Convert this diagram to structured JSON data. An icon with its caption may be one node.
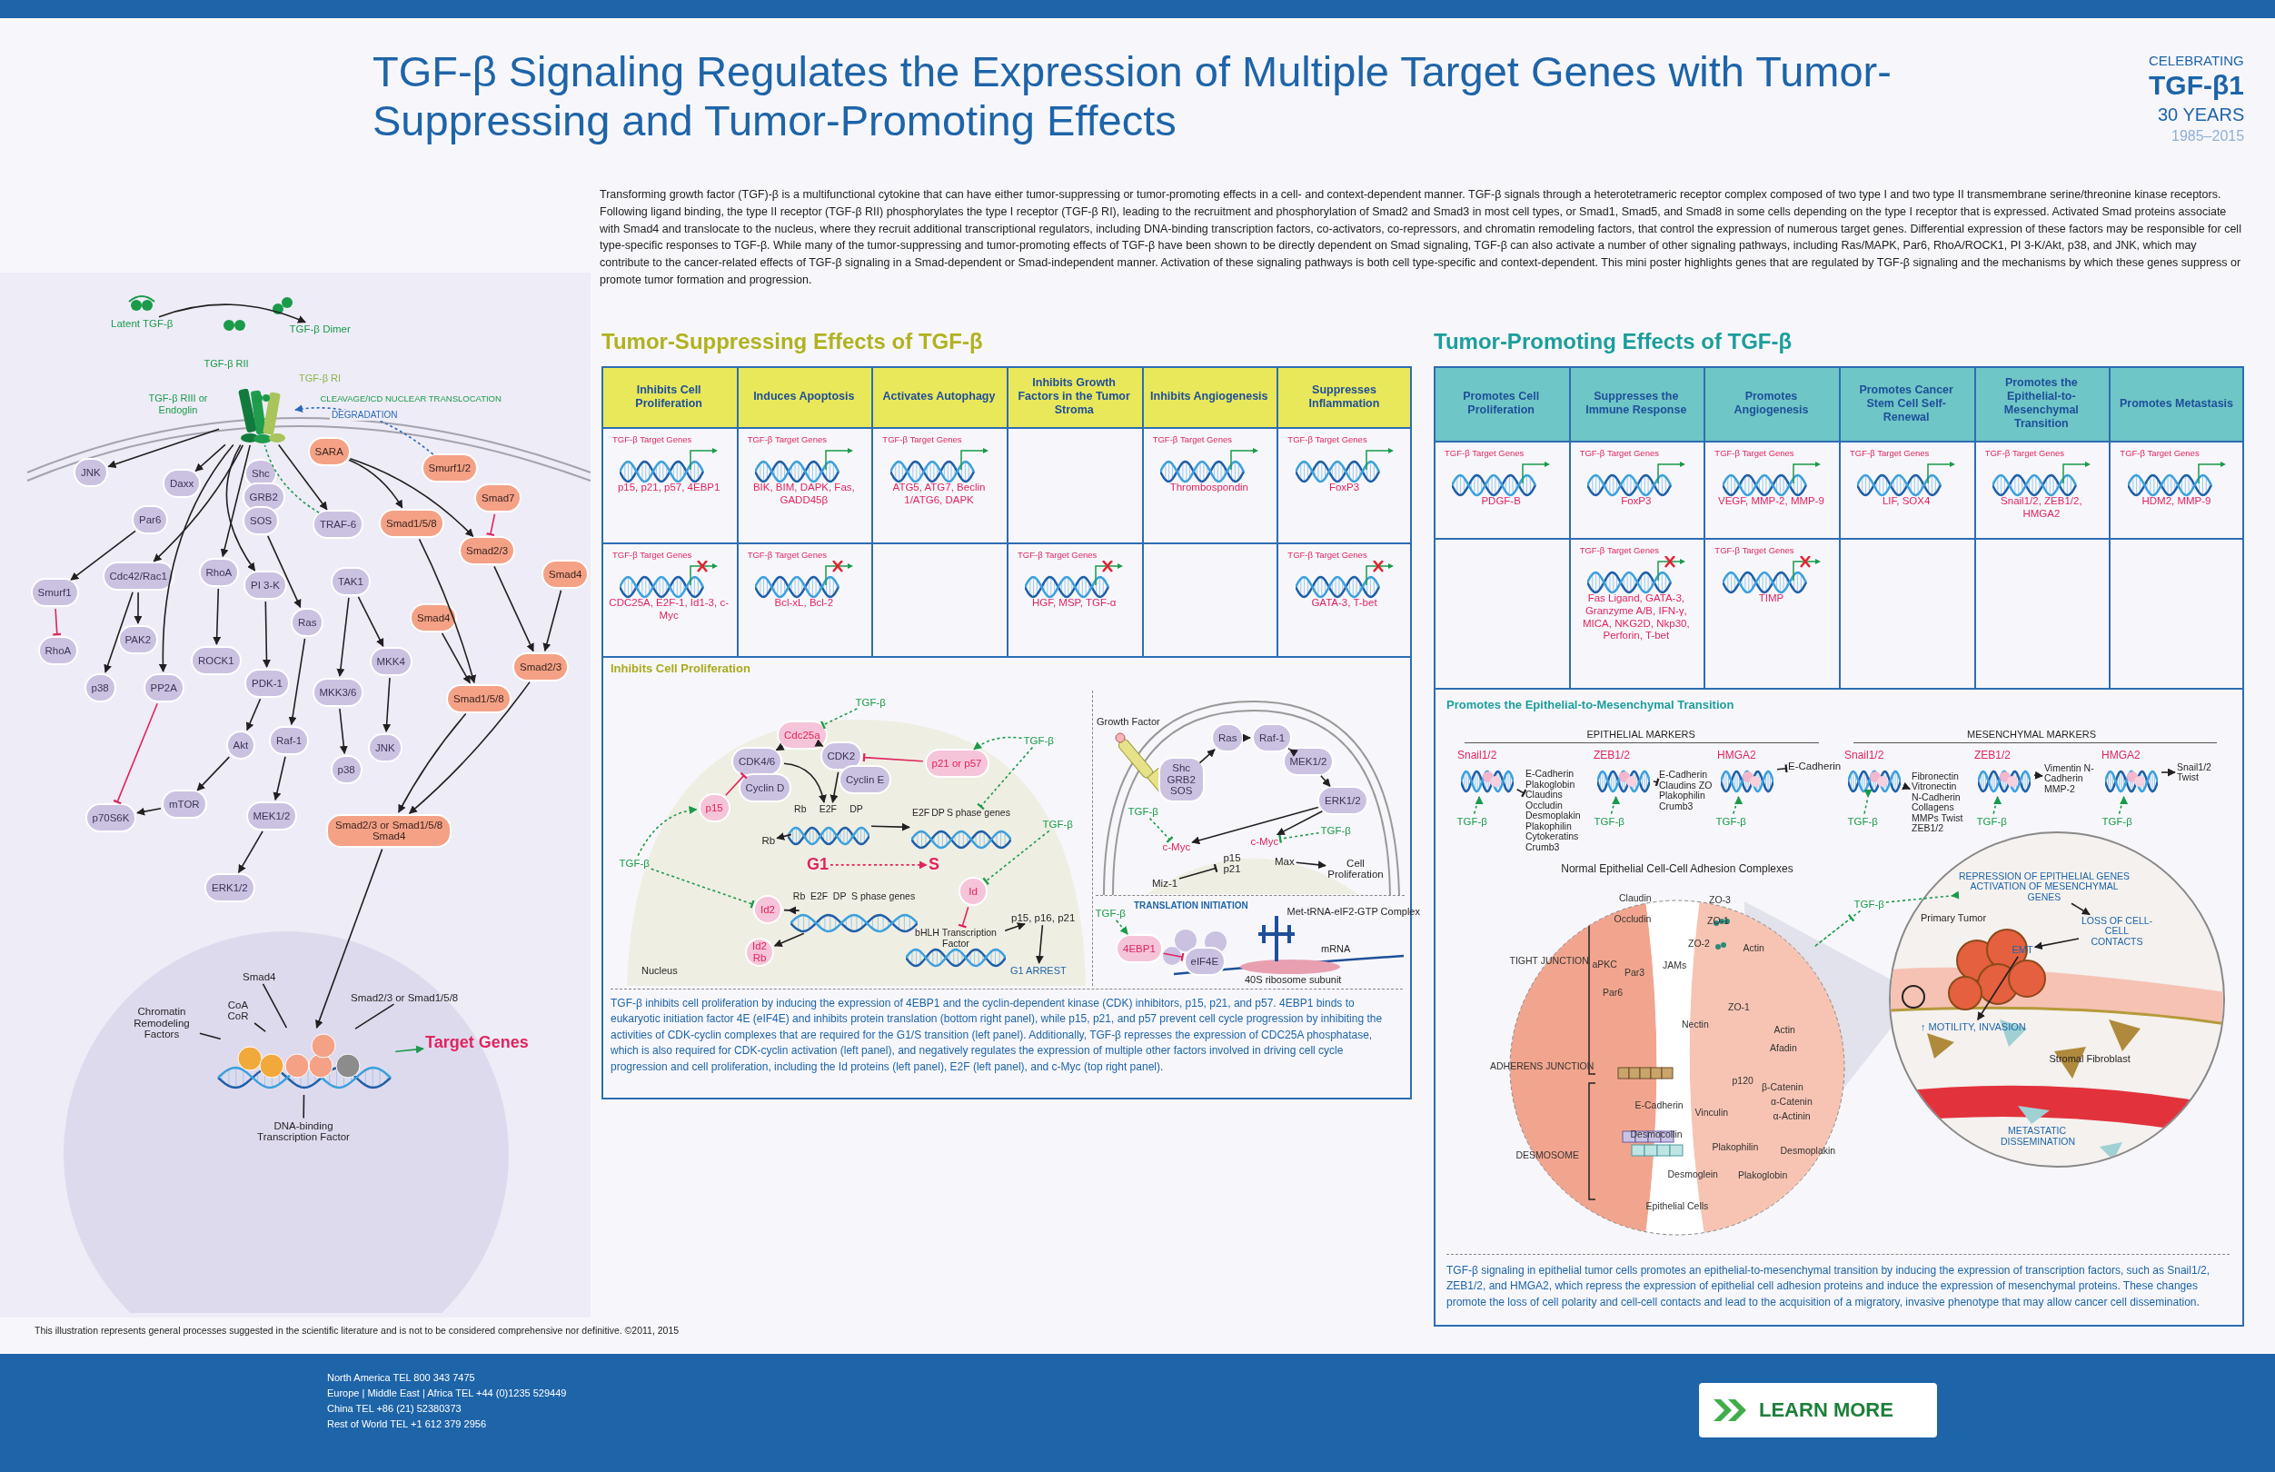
{
  "diagram": {
    "title": "TGF-β Signaling Regulates the Expression of Multiple Target Genes with Tumor-Suppressing and Tumor-Promoting Effects",
    "nodes": [
      {
        "text": [
          "Latent TGF-β"
        ]
      },
      {
        "text": [
          "TGF-β Dimer"
        ]
      },
      {
        "text": [],
        "shape": "picture"
      },
      {
        "text": [
          "Daxx"
        ]
      },
      {
        "text": [
          "Par6"
        ]
      },
      {
        "text": [
          "JNK"
        ]
      },
      {
        "text": [
          "Shc"
        ]
      },
      {
        "text": [
          "GRB2"
        ]
      },
      {
        "text": [
          "SOS"
        ]
      },
      {
        "text": [
          "TRAF-6"
        ]
      },
      {
        "text": [
          "SARA"
        ]
      },
      {
        "text": [
          "Smurf1/2"
        ]
      },
      {
        "text": [
          "Smad7"
        ]
      },
      {
        "text": [
          "Smad1/5/8"
        ]
      },
      {
        "text": [
          "Smad2/3"
        ]
      },
      {
        "text": [
          "Smurf1"
        ]
      },
      {
        "text": [
          "Cdc42/Rac1"
        ]
      },
      {
        "text": [
          "RhoA"
        ]
      },
      {
        "text": [
          "PI 3-K"
        ]
      },
      {
        "text": [
          "Ras"
        ]
      },
      {
        "text": [
          "TAK1"
        ]
      },
      {
        "text": [
          "Smad4"
        ]
      },
      {
        "text": [
          "RhoA"
        ]
      },
      {
        "text": [
          "PAK2"
        ]
      },
      {
        "text": [
          "p38"
        ]
      },
      {
        "text": [
          "PP2A"
        ]
      },
      {
        "text": [
          "ROCK1"
        ]
      },
      {
        "text": [
          "PDK-1"
        ]
      },
      {
        "text": [
          "MKK3/6"
        ]
      },
      {
        "text": [
          "MKK4"
        ]
      },
      {
        "text": [
          "Smad4"
        ]
      },
      {
        "text": [
          "Smad1/5/8"
        ]
      },
      {
        "text": [
          "Smad2/3"
        ]
      },
      {
        "text": [
          "Akt"
        ]
      },
      {
        "text": [
          "Raf-1"
        ]
      },
      {
        "text": [
          "p38"
        ]
      },
      {
        "text": [
          "JNK"
        ]
      },
      {
        "text": [
          "mTOR"
        ]
      },
      {
        "text": [
          "p70S6K"
        ]
      },
      {
        "text": [
          "MEK1/2"
        ]
      },
      {
        "text": [
          "ERK1/2"
        ]
      },
      {
        "text": [
          "Smad2/3 or Smad1/5/8",
          "Smad4"
        ]
      },
      {
        "text": [],
        "shape": "picture"
      },
      {
        "text": [
          "Smad4"
        ]
      },
      {
        "text": [
          "Smad2/3 or Smad1/5/8"
        ]
      },
      {
        "text": [
          "Chromatin Remodeling Factors"
        ]
      },
      {
        "text": [
          "CoA CoR"
        ]
      },
      {
        "text": [
          "Target Genes"
        ]
      },
      {
        "text": [
          "DNA-binding Transcription Factor"
        ]
      },
      {
        "text": [
          "TGF-β"
        ]
      },
      {
        "text": [
          "Cdc25a"
        ]
      },
      {
        "text": [
          "CDK4/6"
        ]
      },
      {
        "text": [
          "Cyclin D"
        ]
      },
      {
        "text": [
          "CDK2"
        ]
      },
      {
        "text": [
          "Cyclin E"
        ]
      },
      {
        "text": [
          "p21 or p57"
        ]
      },
      {
        "text": [
          "TGF-β"
        ]
      },
      {
        "text": [
          "p15"
        ]
      },
      {
        "text": [
          "Rb",
          "E2F",
          "DP"
        ]
      },
      {
        "text": [
          "Rb"
        ]
      },
      {
        "text": [
          "E2F",
          "DP",
          "S phase genes"
        ]
      },
      {
        "text": [
          "G1"
        ]
      },
      {
        "text": [
          "S"
        ]
      },
      {
        "text": [
          "TGF-β"
        ]
      },
      {
        "text": [
          "Id2"
        ]
      },
      {
        "text": [
          "Rb",
          "E2F",
          "DP",
          "S phase genes"
        ]
      },
      {
        "text": [
          "Id2",
          "Rb"
        ]
      },
      {
        "text": [
          "TGF-β"
        ]
      },
      {
        "text": [
          "Id"
        ]
      },
      {
        "text": [
          "bHLH Transcription Factor"
        ]
      },
      {
        "text": [
          "p15, p16, p21"
        ]
      },
      {
        "text": [
          "G1 ARREST"
        ]
      },
      {
        "text": [
          "Shc",
          "GRB2",
          "SOS"
        ]
      },
      {
        "text": [
          "Ras"
        ]
      },
      {
        "text": [
          "Raf-1"
        ]
      },
      {
        "text": [
          "MEK1/2"
        ]
      },
      {
        "text": [
          "ERK1/2"
        ]
      },
      {
        "text": [
          "TGF-β"
        ]
      },
      {
        "text": [
          "c-Myc"
        ]
      },
      {
        "text": [
          "TGF-β"
        ]
      },
      {
        "text": [
          "c-Myc"
        ]
      },
      {
        "text": [
          "Miz-1"
        ]
      },
      {
        "text": [
          "p15 p21"
        ]
      },
      {
        "text": [
          "Max"
        ]
      },
      {
        "text": [
          "Cell Proliferation"
        ]
      },
      {
        "text": [
          "TGF-β"
        ]
      },
      {
        "text": [
          "4EBP1"
        ]
      },
      {
        "text": [
          "eIF4E"
        ]
      },
      {
        "text": [
          "Snail1/2"
        ]
      },
      {
        "text": [
          "E-Cadherin Plakoglobin Claudins Occludin Desmoplakin Plakophilin Cytokeratins Crumb3"
        ]
      },
      {
        "text": [
          "TGF-β"
        ]
      },
      {
        "text": [
          "ZEB1/2"
        ]
      },
      {
        "text": [
          "E-Cadherin Claudins ZO Plakophilin Crumb3"
        ]
      },
      {
        "text": [
          "TGF-β"
        ]
      },
      {
        "text": [
          "HMGA2"
        ]
      },
      {
        "text": [
          "E-Cadherin"
        ]
      },
      {
        "text": [
          "TGF-β"
        ]
      },
      {
        "text": [
          "Snail1/2"
        ]
      },
      {
        "text": [
          "Fibronectin Vitronectin N-Cadherin Collagens MMPs Twist ZEB1/2"
        ]
      },
      {
        "text": [
          "TGF-β"
        ]
      },
      {
        "text": [
          "ZEB1/2"
        ]
      },
      {
        "text": [
          "Vimentin N-Cadherin MMP-2"
        ]
      },
      {
        "text": [
          "TGF-β"
        ]
      },
      {
        "text": [
          "HMGA2"
        ]
      },
      {
        "text": [
          "Snail1/2 Twist"
        ]
      },
      {
        "text": [
          "TGF-β"
        ]
      },
      {
        "text": [
          "Normal Epithelial Cell-Cell Adhesion Complexes"
        ]
      },
      {
        "text": [
          "TGF-β"
        ]
      },
      {
        "text": [
          "REPRESSION OF EPITHELIAL GENES ACTIVATION OF MESENCHYMAL GENES"
        ],
        "in": 109
      },
      {
        "text": [],
        "shape": "circle"
      },
      {
        "text": [
          "LOSS OF CELL-CELL CONTACTS"
        ],
        "in": 109
      },
      {
        "text": [
          "EMT"
        ],
        "in": 109
      },
      {
        "text": [
          "↑ MOTILITY, INVASION"
        ],
        "in": 109
      }
    ],
    "edges": [
      {
        "from": 0,
        "to": 1,
        "arrow": "to"
      },
      {
        "from": 2,
        "to": 3,
        "arrow": "to"
      },
      {
        "from": 2,
        "to": 5,
        "arrow": "to"
      },
      {
        "from": 4,
        "to": 15,
        "arrow": "to"
      },
      {
        "from": 2,
        "to": 16,
        "arrow": "to"
      },
      {
        "from": 2,
        "to": 25,
        "arrow": "to"
      },
      {
        "from": 2,
        "to": 17,
        "arrow": "to"
      },
      {
        "from": 2,
        "to": 18,
        "arrow": "to"
      },
      {
        "from": 8,
        "to": 19,
        "arrow": "to"
      },
      {
        "from": 2,
        "to": 9,
        "arrow": "to"
      },
      {
        "from": 9,
        "to": 2,
        "arrow": "none",
        "style": "dashed",
        "color": "#1a9a4a"
      },
      {
        "from": 10,
        "to": 13,
        "arrow": "to"
      },
      {
        "from": 10,
        "to": 14,
        "arrow": "to"
      },
      {
        "from": 11,
        "to": 2,
        "arrow": "to",
        "label": "DEGRADATION",
        "style": "dashed",
        "color": "#2a6ab8"
      },
      {
        "from": 12,
        "to": 14,
        "arrow": "other",
        "color": "#e0245e"
      },
      {
        "from": 15,
        "to": 22,
        "arrow": "other",
        "color": "#e0245e"
      },
      {
        "from": 16,
        "to": 23,
        "arrow": "to"
      },
      {
        "from": 16,
        "to": 24,
        "arrow": "to"
      },
      {
        "from": 17,
        "to": 26,
        "arrow": "to"
      },
      {
        "from": 18,
        "to": 27,
        "arrow": "to"
      },
      {
        "from": 27,
        "to": 33,
        "arrow": "to"
      },
      {
        "from": 33,
        "to": 37,
        "arrow": "to"
      },
      {
        "from": 37,
        "to": 38,
        "arrow": "to"
      },
      {
        "from": 25,
        "to": 38,
        "arrow": "other",
        "color": "#e0245e"
      },
      {
        "from": 19,
        "to": 34,
        "arrow": "to"
      },
      {
        "from": 34,
        "to": 39,
        "arrow": "to"
      },
      {
        "from": 39,
        "to": 40,
        "arrow": "to"
      },
      {
        "from": 20,
        "to": 28,
        "arrow": "to"
      },
      {
        "from": 20,
        "to": 29,
        "arrow": "to"
      },
      {
        "from": 28,
        "to": 35,
        "arrow": "to"
      },
      {
        "from": 29,
        "to": 36,
        "arrow": "to"
      },
      {
        "from": 13,
        "to": 31,
        "arrow": "to"
      },
      {
        "from": 30,
        "to": 31,
        "arrow": "to"
      },
      {
        "from": 14,
        "to": 32,
        "arrow": "to"
      },
      {
        "from": 21,
        "to": 32,
        "arrow": "to"
      },
      {
        "from": 31,
        "to": 41,
        "arrow": "to"
      },
      {
        "from": 32,
        "to": 41,
        "arrow": "to"
      },
      {
        "from": 41,
        "to": 42,
        "arrow": "to"
      },
      {
        "from": 43,
        "to": 42,
        "arrow": "none"
      },
      {
        "from": 44,
        "to": 42,
        "arrow": "none"
      },
      {
        "from": 45,
        "to": 42,
        "arrow": "none"
      },
      {
        "from": 46,
        "to": 42,
        "arrow": "none"
      },
      {
        "from": 48,
        "to": 42,
        "arrow": "none"
      },
      {
        "from": 42,
        "to": 47,
        "arrow": "to",
        "color": "#1a9a4a"
      },
      {
        "from": 49,
        "to": 50,
        "arrow": "other",
        "style": "dashed",
        "color": "#1a9a4a"
      },
      {
        "from": 50,
        "to": 51,
        "arrow": "to"
      },
      {
        "from": 50,
        "to": 53,
        "arrow": "to"
      },
      {
        "from": 51,
        "to": 58,
        "arrow": "to"
      },
      {
        "from": 53,
        "to": 58,
        "arrow": "to"
      },
      {
        "from": 58,
        "to": 59,
        "arrow": "to"
      },
      {
        "from": 55,
        "to": 53,
        "arrow": "other",
        "color": "#e0245e"
      },
      {
        "from": 56,
        "to": 55,
        "arrow": "to",
        "style": "dashed",
        "color": "#1a9a4a"
      },
      {
        "from": 56,
        "to": 60,
        "arrow": "other",
        "style": "dashed",
        "color": "#1a9a4a"
      },
      {
        "from": 57,
        "to": 51,
        "arrow": "other",
        "color": "#e0245e"
      },
      {
        "from": 63,
        "to": 57,
        "arrow": "to",
        "style": "dashed",
        "color": "#1a9a4a"
      },
      {
        "from": 63,
        "to": 64,
        "arrow": "other",
        "style": "dashed",
        "color": "#1a9a4a"
      },
      {
        "from": 64,
        "to": 65,
        "arrow": "to"
      },
      {
        "from": 65,
        "to": 66,
        "arrow": "to"
      },
      {
        "from": 58,
        "to": 60,
        "arrow": "to"
      },
      {
        "from": 61,
        "to": 62,
        "arrow": "to",
        "style": "dashed",
        "color": "#e0245e"
      },
      {
        "from": 67,
        "to": 68,
        "arrow": "other",
        "style": "dashed",
        "color": "#1a9a4a"
      },
      {
        "from": 68,
        "to": 69,
        "arrow": "other",
        "color": "#e0245e"
      },
      {
        "from": 69,
        "to": 70,
        "arrow": "to"
      },
      {
        "from": 70,
        "to": 71,
        "arrow": "to"
      },
      {
        "from": 72,
        "to": 73,
        "arrow": "to"
      },
      {
        "from": 73,
        "to": 74,
        "arrow": "to"
      },
      {
        "from": 74,
        "to": 75,
        "arrow": "to"
      },
      {
        "from": 75,
        "to": 76,
        "arrow": "to"
      },
      {
        "from": 76,
        "to": 78,
        "arrow": "to"
      },
      {
        "from": 76,
        "to": 80,
        "arrow": "to"
      },
      {
        "from": 77,
        "to": 78,
        "arrow": "other",
        "style": "dashed",
        "color": "#1a9a4a"
      },
      {
        "from": 79,
        "to": 80,
        "arrow": "other",
        "style": "dashed",
        "color": "#1a9a4a"
      },
      {
        "from": 81,
        "to": 82,
        "arrow": "other"
      },
      {
        "from": 83,
        "to": 84,
        "arrow": "to"
      },
      {
        "from": 85,
        "to": 86,
        "arrow": "to",
        "style": "dashed",
        "color": "#1a9a4a"
      },
      {
        "from": 86,
        "to": 87,
        "arrow": "other",
        "color": "#e0245e"
      },
      {
        "from": 90,
        "to": 88,
        "arrow": "to",
        "style": "dashed",
        "color": "#1a9a4a"
      },
      {
        "from": 88,
        "to": 89,
        "arrow": "other"
      },
      {
        "from": 93,
        "to": 91,
        "arrow": "to",
        "style": "dashed",
        "color": "#1a9a4a"
      },
      {
        "from": 91,
        "to": 92,
        "arrow": "other"
      },
      {
        "from": 96,
        "to": 94,
        "arrow": "to",
        "style": "dashed",
        "color": "#1a9a4a"
      },
      {
        "from": 94,
        "to": 95,
        "arrow": "other"
      },
      {
        "from": 99,
        "to": 97,
        "arrow": "to",
        "style": "dashed",
        "color": "#1a9a4a"
      },
      {
        "from": 97,
        "to": 98,
        "arrow": "to"
      },
      {
        "from": 102,
        "to": 100,
        "arrow": "to",
        "style": "dashed",
        "color": "#1a9a4a"
      },
      {
        "from": 100,
        "to": 101,
        "arrow": "to"
      },
      {
        "from": 105,
        "to": 103,
        "arrow": "to",
        "style": "dashed",
        "color": "#1a9a4a"
      },
      {
        "from": 103,
        "to": 104,
        "arrow": "to"
      },
      {
        "from": 107,
        "to": 106,
        "arrow": "other",
        "style": "dashed",
        "color": "#1a9a4a"
      },
      {
        "from": 107,
        "to": 108,
        "arrow": "to",
        "style": "dashed",
        "color": "#1a9a4a"
      },
      {
        "from": 108,
        "to": 110,
        "arrow": "to"
      },
      {
        "from": 110,
        "to": 111,
        "arrow": "to"
      },
      {
        "from": 111,
        "to": 112,
        "arrow": "to"
      }
    ],
    "labels": [
      "CELEBRATING",
      "TGF-β1",
      "30 YEARS",
      "1985–2015",
      "Transforming growth factor (TGF)-β is a multifunctional cytokine that can have either tumor-suppressing or tumor-promoting effects in a cell- and context-dependent manner. TGF-β signals through a heterotetrameric receptor complex composed of two type I and two type II transmembrane serine/threonine kinase receptors. Following ligand binding, the type II receptor (TGF-β RII) phosphorylates the type I receptor (TGF-β RI), leading to the recruitment and phosphorylation of Smad2 and Smad3 in most cell types, or Smad1, Smad5, and Smad8 in some cells depending on the type I receptor that is expressed. Activated Smad proteins associate with Smad4 and translocate to the nucleus, where they recruit additional transcriptional regulators, including DNA-binding transcription factors, co-activators, co-repressors, and chromatin remodeling factors, that control the expression of numerous target genes. Differential expression of these factors may be responsible for cell type-specific responses to TGF-β. While many of the tumor-suppressing and tumor-promoting effects of TGF-β have been shown to be directly dependent on Smad signaling, TGF-β can also activate a number of other signaling pathways, including Ras/MAPK, Par6, RhoA/ROCK1, PI 3-K/Akt, p38, and JNK, which may contribute to the cancer-related effects of TGF-β signaling in a Smad-dependent or Smad-independent manner. Activation of these signaling pathways is both cell type-specific and context-dependent. This mini poster highlights genes that are regulated by TGF-β signaling and the mechanisms by which these genes suppress or promote tumor formation and progression.",
      "TGF-β RII",
      "TGF-β RI",
      "TGF-β RIII or Endoglin",
      "CLEAVAGE/ICD NUCLEAR TRANSLOCATION",
      "Tumor-Suppressing Effects of TGF-β",
      "Inhibits Cell Proliferation",
      "Induces Apoptosis",
      "Activates Autophagy",
      "Inhibits Growth Factors in the Tumor Stroma",
      "Inhibits Angiogenesis",
      "Suppresses Inflammation",
      "TGF-β Target Genes",
      "p15, p21, p57, 4EBP1",
      "TGF-β Target Genes",
      "BIK, BIM, DAPK, Fas, GADD45β",
      "TGF-β Target Genes",
      "ATG5, ATG7, Beclin 1/ATG6, DAPK",
      "TGF-β Target Genes",
      "Thrombospondin",
      "TGF-β Target Genes",
      "FoxP3",
      "TGF-β Target Genes",
      "CDC25A, E2F-1, Id1-3, c-Myc",
      "TGF-β Target Genes",
      "Bcl-xL, Bcl-2",
      "TGF-β Target Genes",
      "HGF, MSP, TGF-α",
      "TGF-β Target Genes",
      "GATA-3, T-bet",
      "Inhibits Cell Proliferation",
      "Nucleus",
      "Growth Factor",
      "TRANSLATION INITIATION",
      "Met-tRNA-eIF2-GTP Complex",
      "mRNA",
      "40S ribosome subunit",
      "TGF-β inhibits cell proliferation by inducing the expression of 4EBP1 and the cyclin-dependent kinase (CDK) inhibitors, p15, p21, and p57. 4EBP1 binds to eukaryotic initiation factor 4E (eIF4E) and inhibits protein translation (bottom right panel), while p15, p21, and p57 prevent cell cycle progression by inhibiting the activities of CDK-cyclin complexes that are required for the G1/S transition (left panel). Additionally, TGF-β represses the expression of CDC25A phosphatase, which is also required for CDK-cyclin activation (left panel), and negatively regulates the expression of multiple other factors involved in driving cell cycle progression and cell proliferation, including the Id proteins (left panel), E2F (left panel), and c-Myc (top right panel).",
      "Tumor-Promoting Effects of TGF-β",
      "Promotes Cell Proliferation",
      "Suppresses the Immune Response",
      "Promotes Angiogenesis",
      "Promotes Cancer Stem Cell Self-Renewal",
      "Promotes the Epithelial-to-Mesenchymal Transition",
      "Promotes Metastasis",
      "TGF-β Target Genes",
      "PDGF-B",
      "TGF-β Target Genes",
      "FoxP3",
      "TGF-β Target Genes",
      "VEGF, MMP-2, MMP-9",
      "TGF-β Target Genes",
      "LIF, SOX4",
      "TGF-β Target Genes",
      "Snail1/2, ZEB1/2, HMGA2",
      "TGF-β Target Genes",
      "HDM2, MMP-9",
      "TGF-β Target Genes",
      "Fas Ligand, GATA-3, Granzyme A/B, IFN-γ, MICA, NKG2D, Nkp30, Perforin, T-bet",
      "TGF-β Target Genes",
      "TIMP",
      "Promotes the Epithelial-to-Mesenchymal Transition",
      "EPITHELIAL MARKERS",
      "MESENCHYMAL MARKERS",
      "TIGHT JUNCTION",
      "ADHERENS JUNCTION",
      "DESMOSOME",
      "Claudin",
      "Occludin",
      "ZO-3",
      "ZO-1",
      "ZO-2",
      "Actin",
      "aPKC",
      "Par3",
      "Par6",
      "JAMs",
      "ZO-1",
      "Nectin",
      "Actin",
      "Afadin",
      "p120",
      "β-Catenin",
      "α-Catenin",
      "Vinculin",
      "α-Actinin",
      "E-Cadherin",
      "Desmocollin",
      "Plakophilin",
      "Desmoplakin",
      "Desmoglein",
      "Plakoglobin",
      "Epithelial Cells",
      "Primary Tumor",
      "Stromal Fibroblast",
      "METASTATIC DISSEMINATION",
      "TGF-β signaling in epithelial tumor cells promotes an epithelial-to-mesenchymal transition by inducing the expression of transcription factors, such as Snail1/2, ZEB1/2, and HMGA2, which repress the expression of epithelial cell adhesion proteins and induce the expression of mesenchymal proteins. These changes promote the loss of cell polarity and cell-cell contacts and lead to the acquisition of a migratory, invasive phenotype that may allow cancer cell dissemination.",
      "This illustration represents general processes suggested in the scientific literature and is not to be considered comprehensive nor definitive. ©2011, 2015",
      "LEARN MORE",
      "North America TEL 800 343 7475",
      "Europe | Middle East | Africa TEL +44 (0)1235 529449",
      "China TEL +86 (21) 52380373",
      "Rest of World TEL +1 612 379 2956"
    ]
  }
}
